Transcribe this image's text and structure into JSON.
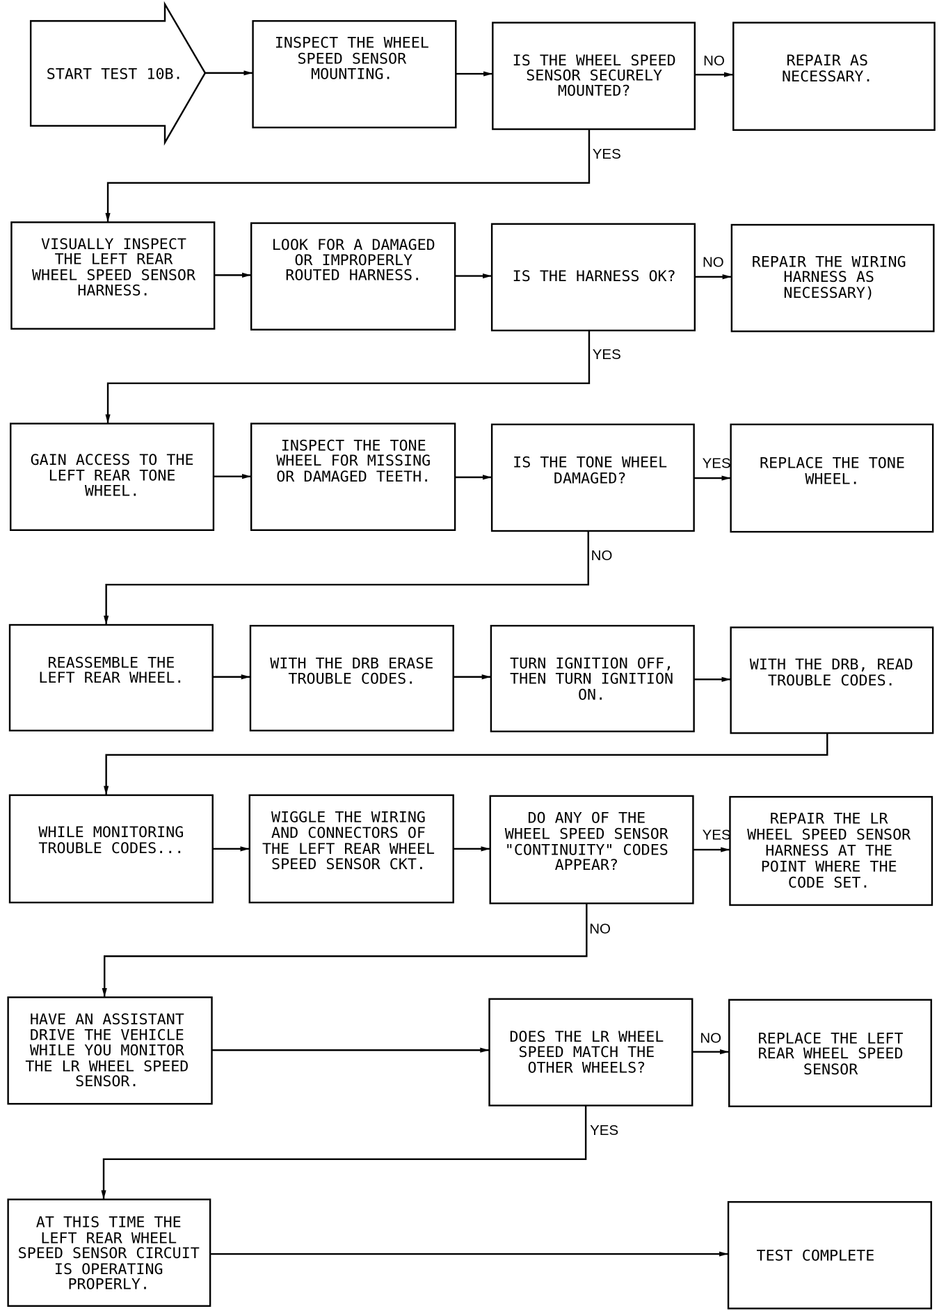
{
  "diagram": {
    "start": {
      "label": "START TEST 10B."
    },
    "nodes": {
      "inspect_mounting": {
        "lines": [
          "INSPECT THE WHEEL",
          "SPEED SENSOR",
          "MOUNTING."
        ]
      },
      "q_mounted": {
        "lines": [
          "IS THE WHEEL SPEED",
          "SENSOR SECURELY",
          "MOUNTED?"
        ]
      },
      "repair_mounting": {
        "lines": [
          "REPAIR AS",
          "NECESSARY."
        ]
      },
      "inspect_harness": {
        "lines": [
          "VISUALLY INSPECT",
          "THE LEFT REAR",
          "WHEEL SPEED SENSOR",
          "HARNESS."
        ]
      },
      "look_damage": {
        "lines": [
          "LOOK FOR A DAMAGED",
          "OR IMPROPERLY",
          "ROUTED HARNESS."
        ]
      },
      "q_harness": {
        "lines": [
          "IS THE HARNESS OK?"
        ]
      },
      "repair_wiring": {
        "lines": [
          "REPAIR THE WIRING",
          "HARNESS AS",
          "NECESSARY)"
        ]
      },
      "access_tone": {
        "lines": [
          "GAIN ACCESS TO THE",
          "LEFT REAR TONE",
          "WHEEL."
        ]
      },
      "inspect_tone": {
        "lines": [
          "INSPECT THE TONE",
          "WHEEL FOR MISSING",
          "OR DAMAGED TEETH."
        ]
      },
      "q_tone": {
        "lines": [
          "IS THE TONE WHEEL",
          "DAMAGED?"
        ]
      },
      "replace_tone": {
        "lines": [
          "REPLACE THE TONE",
          "WHEEL."
        ]
      },
      "reassemble": {
        "lines": [
          "REASSEMBLE THE",
          "LEFT REAR WHEEL."
        ]
      },
      "erase_codes": {
        "lines": [
          "WITH THE DRB ERASE",
          "TROUBLE CODES."
        ]
      },
      "cycle_ignition": {
        "lines": [
          "TURN IGNITION OFF,",
          "THEN TURN IGNITION",
          "ON."
        ]
      },
      "read_codes": {
        "lines": [
          "WITH THE DRB, READ",
          "TROUBLE CODES."
        ]
      },
      "monitor_codes": {
        "lines": [
          "WHILE MONITORING",
          "TROUBLE CODES..."
        ]
      },
      "wiggle": {
        "lines": [
          "WIGGLE THE WIRING",
          "AND CONNECTORS OF",
          "THE LEFT REAR WHEEL",
          "SPEED SENSOR CKT."
        ]
      },
      "q_continuity": {
        "lines": [
          "DO ANY OF THE",
          "WHEEL SPEED SENSOR",
          "\"CONTINUITY\" CODES",
          "APPEAR?"
        ]
      },
      "repair_lr_harness": {
        "lines": [
          "REPAIR THE LR",
          "WHEEL SPEED SENSOR",
          "HARNESS AT THE",
          "POINT WHERE THE",
          "CODE SET."
        ]
      },
      "drive_test": {
        "lines": [
          "HAVE AN ASSISTANT",
          "DRIVE THE VEHICLE",
          "WHILE YOU MONITOR",
          "THE LR WHEEL SPEED",
          "SENSOR."
        ]
      },
      "q_speed_match": {
        "lines": [
          "DOES THE LR WHEEL",
          "SPEED MATCH THE",
          "OTHER WHEELS?"
        ]
      },
      "replace_sensor": {
        "lines": [
          "REPLACE THE LEFT",
          "REAR WHEEL SPEED",
          "SENSOR"
        ]
      },
      "operating_properly": {
        "lines": [
          "AT THIS TIME THE",
          "LEFT REAR WHEEL",
          "SPEED SENSOR CIRCUIT",
          "IS OPERATING",
          "PROPERLY."
        ]
      },
      "test_complete": {
        "lines": [
          "TEST COMPLETE"
        ]
      }
    },
    "edge_labels": {
      "mounted_no": "NO",
      "mounted_yes": "YES",
      "harness_no": "NO",
      "harness_yes": "YES",
      "tone_yes": "YES",
      "tone_no": "NO",
      "continuity_yes": "YES",
      "continuity_no": "NO",
      "speed_no": "NO",
      "speed_yes": "YES"
    },
    "colors": {
      "ink": "#000000",
      "background": "#ffffff"
    }
  }
}
